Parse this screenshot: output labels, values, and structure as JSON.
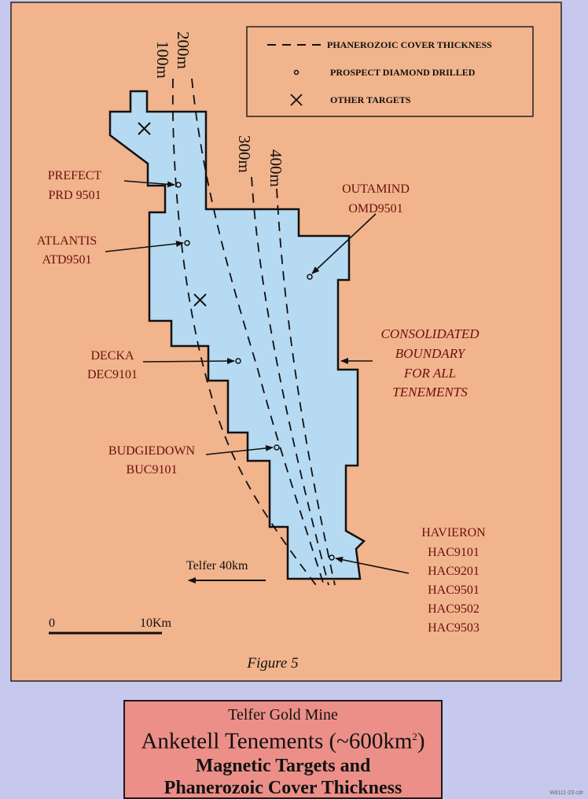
{
  "legend": {
    "cover_thickness": "PHANEROZOIC COVER THICKNESS",
    "diamond_drilled": "PROSPECT DIAMOND DRILLED",
    "other_targets": "OTHER TARGETS"
  },
  "contours": [
    "100m",
    "200m",
    "300m",
    "400m"
  ],
  "prospects": {
    "prefect": [
      "PREFECT",
      "PRD 9501"
    ],
    "atlantis": [
      "ATLANTIS",
      "ATD9501"
    ],
    "outamind": [
      "OUTAMIND",
      "OMD9501"
    ],
    "decka": [
      "DECKA",
      "DEC9101"
    ],
    "budgiedown": [
      "BUDGIEDOWN",
      "BUC9101"
    ],
    "havieron": [
      "HAVIERON",
      "HAC9101",
      "HAC9201",
      "HAC9501",
      "HAC9502",
      "HAC9503"
    ]
  },
  "boundary_label": [
    "CONSOLIDATED",
    "BOUNDARY",
    "FOR ALL",
    "TENEMENTS"
  ],
  "telfer": "Telfer 40km",
  "scale": {
    "zero": "0",
    "ten": "10Km"
  },
  "figure_caption": "Figure 5",
  "title": {
    "line1": "Telfer Gold Mine",
    "line2_main": "Anketell Tenements (~600km",
    "line2_sup": "2",
    "line2_end": ")",
    "line3": "Magnetic Targets and",
    "line4": "Phanerozoic Cover Thickness"
  },
  "corner_ref": "W8111-23.cdr",
  "colors": {
    "map_background": "#f2b48c",
    "tenement_fill": "#b6daf1",
    "label_text": "#6b0f0f",
    "page_background": "#c7c8ee",
    "title_box": "#ec8f88"
  }
}
